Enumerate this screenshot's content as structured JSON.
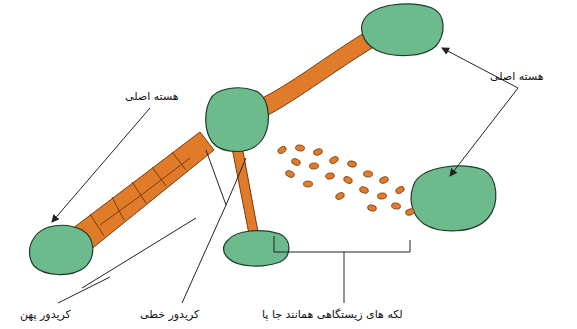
{
  "diagram": {
    "labels": [
      "هسته اصلی",
      "هسته اصلی",
      "کریدور پهن",
      "کریدور خطی",
      "لکه های زیستگاهی همانند جا پا"
    ]
  }
}
